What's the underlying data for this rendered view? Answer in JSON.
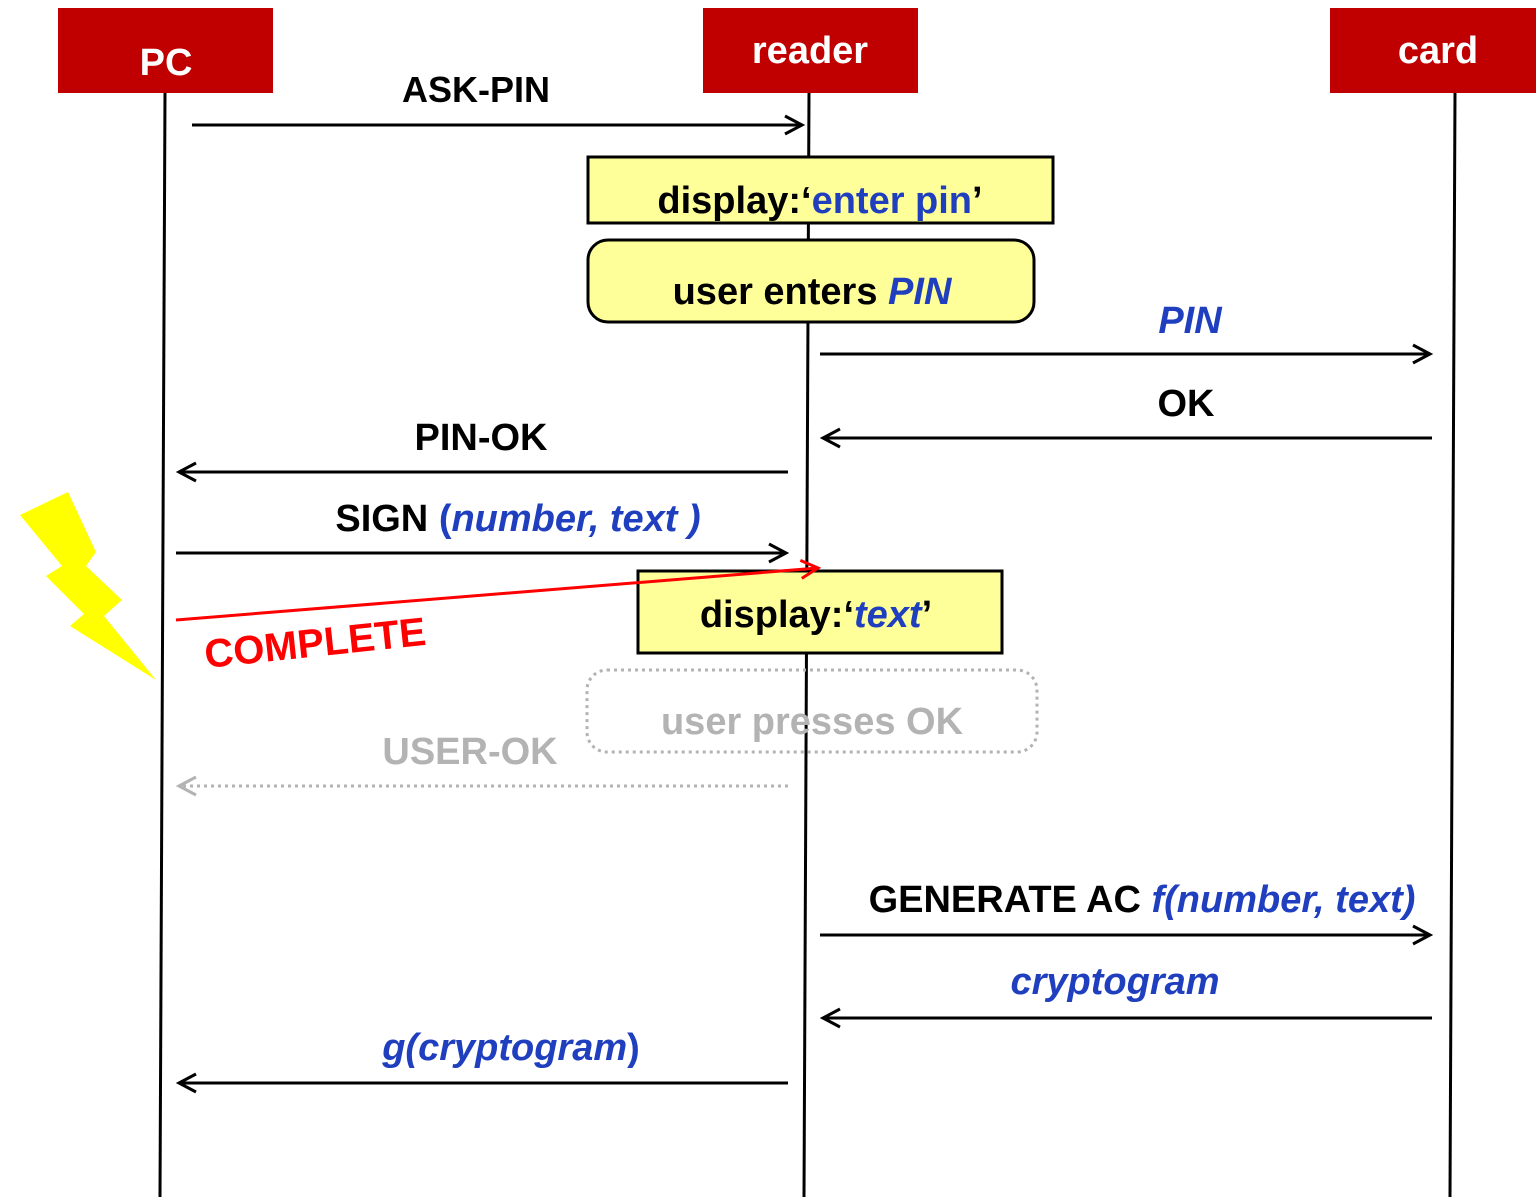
{
  "colors": {
    "header_fill": "#c00000",
    "header_text": "#ffffff",
    "line": "#000000",
    "text_black": "#000000",
    "text_blue": "#1f3fbf",
    "note_fill": "#ffff99",
    "attack_red": "#ff0000",
    "faded_gray": "#b3b3b3",
    "bolt_yellow": "#ffff00"
  },
  "participants": {
    "pc": "PC",
    "reader": "reader",
    "card": "card"
  },
  "messages": {
    "ask_pin": "ASK-PIN",
    "pin": "PIN",
    "ok": "OK",
    "pin_ok": "PIN-OK",
    "sign_label": "SIGN",
    "sign_open": "(",
    "sign_args": "number, text",
    "sign_close": ")",
    "complete": "COMPLETE",
    "user_ok": "USER-OK",
    "generate_ac": "GENERATE AC",
    "generate_ac_args": "f(number, text)",
    "cryptogram": "cryptogram",
    "g_prefix": "g(cryptogram",
    "g_close": ")"
  },
  "notes": {
    "display_pin_prefix": "display:‘",
    "display_pin_value": "enter pin",
    "display_pin_suffix": "’",
    "user_enters_prefix": "user enters ",
    "user_enters_value": "PIN",
    "display_text_prefix": "display:‘",
    "display_text_value": "text",
    "display_text_suffix": "’",
    "user_presses": "user presses OK"
  }
}
